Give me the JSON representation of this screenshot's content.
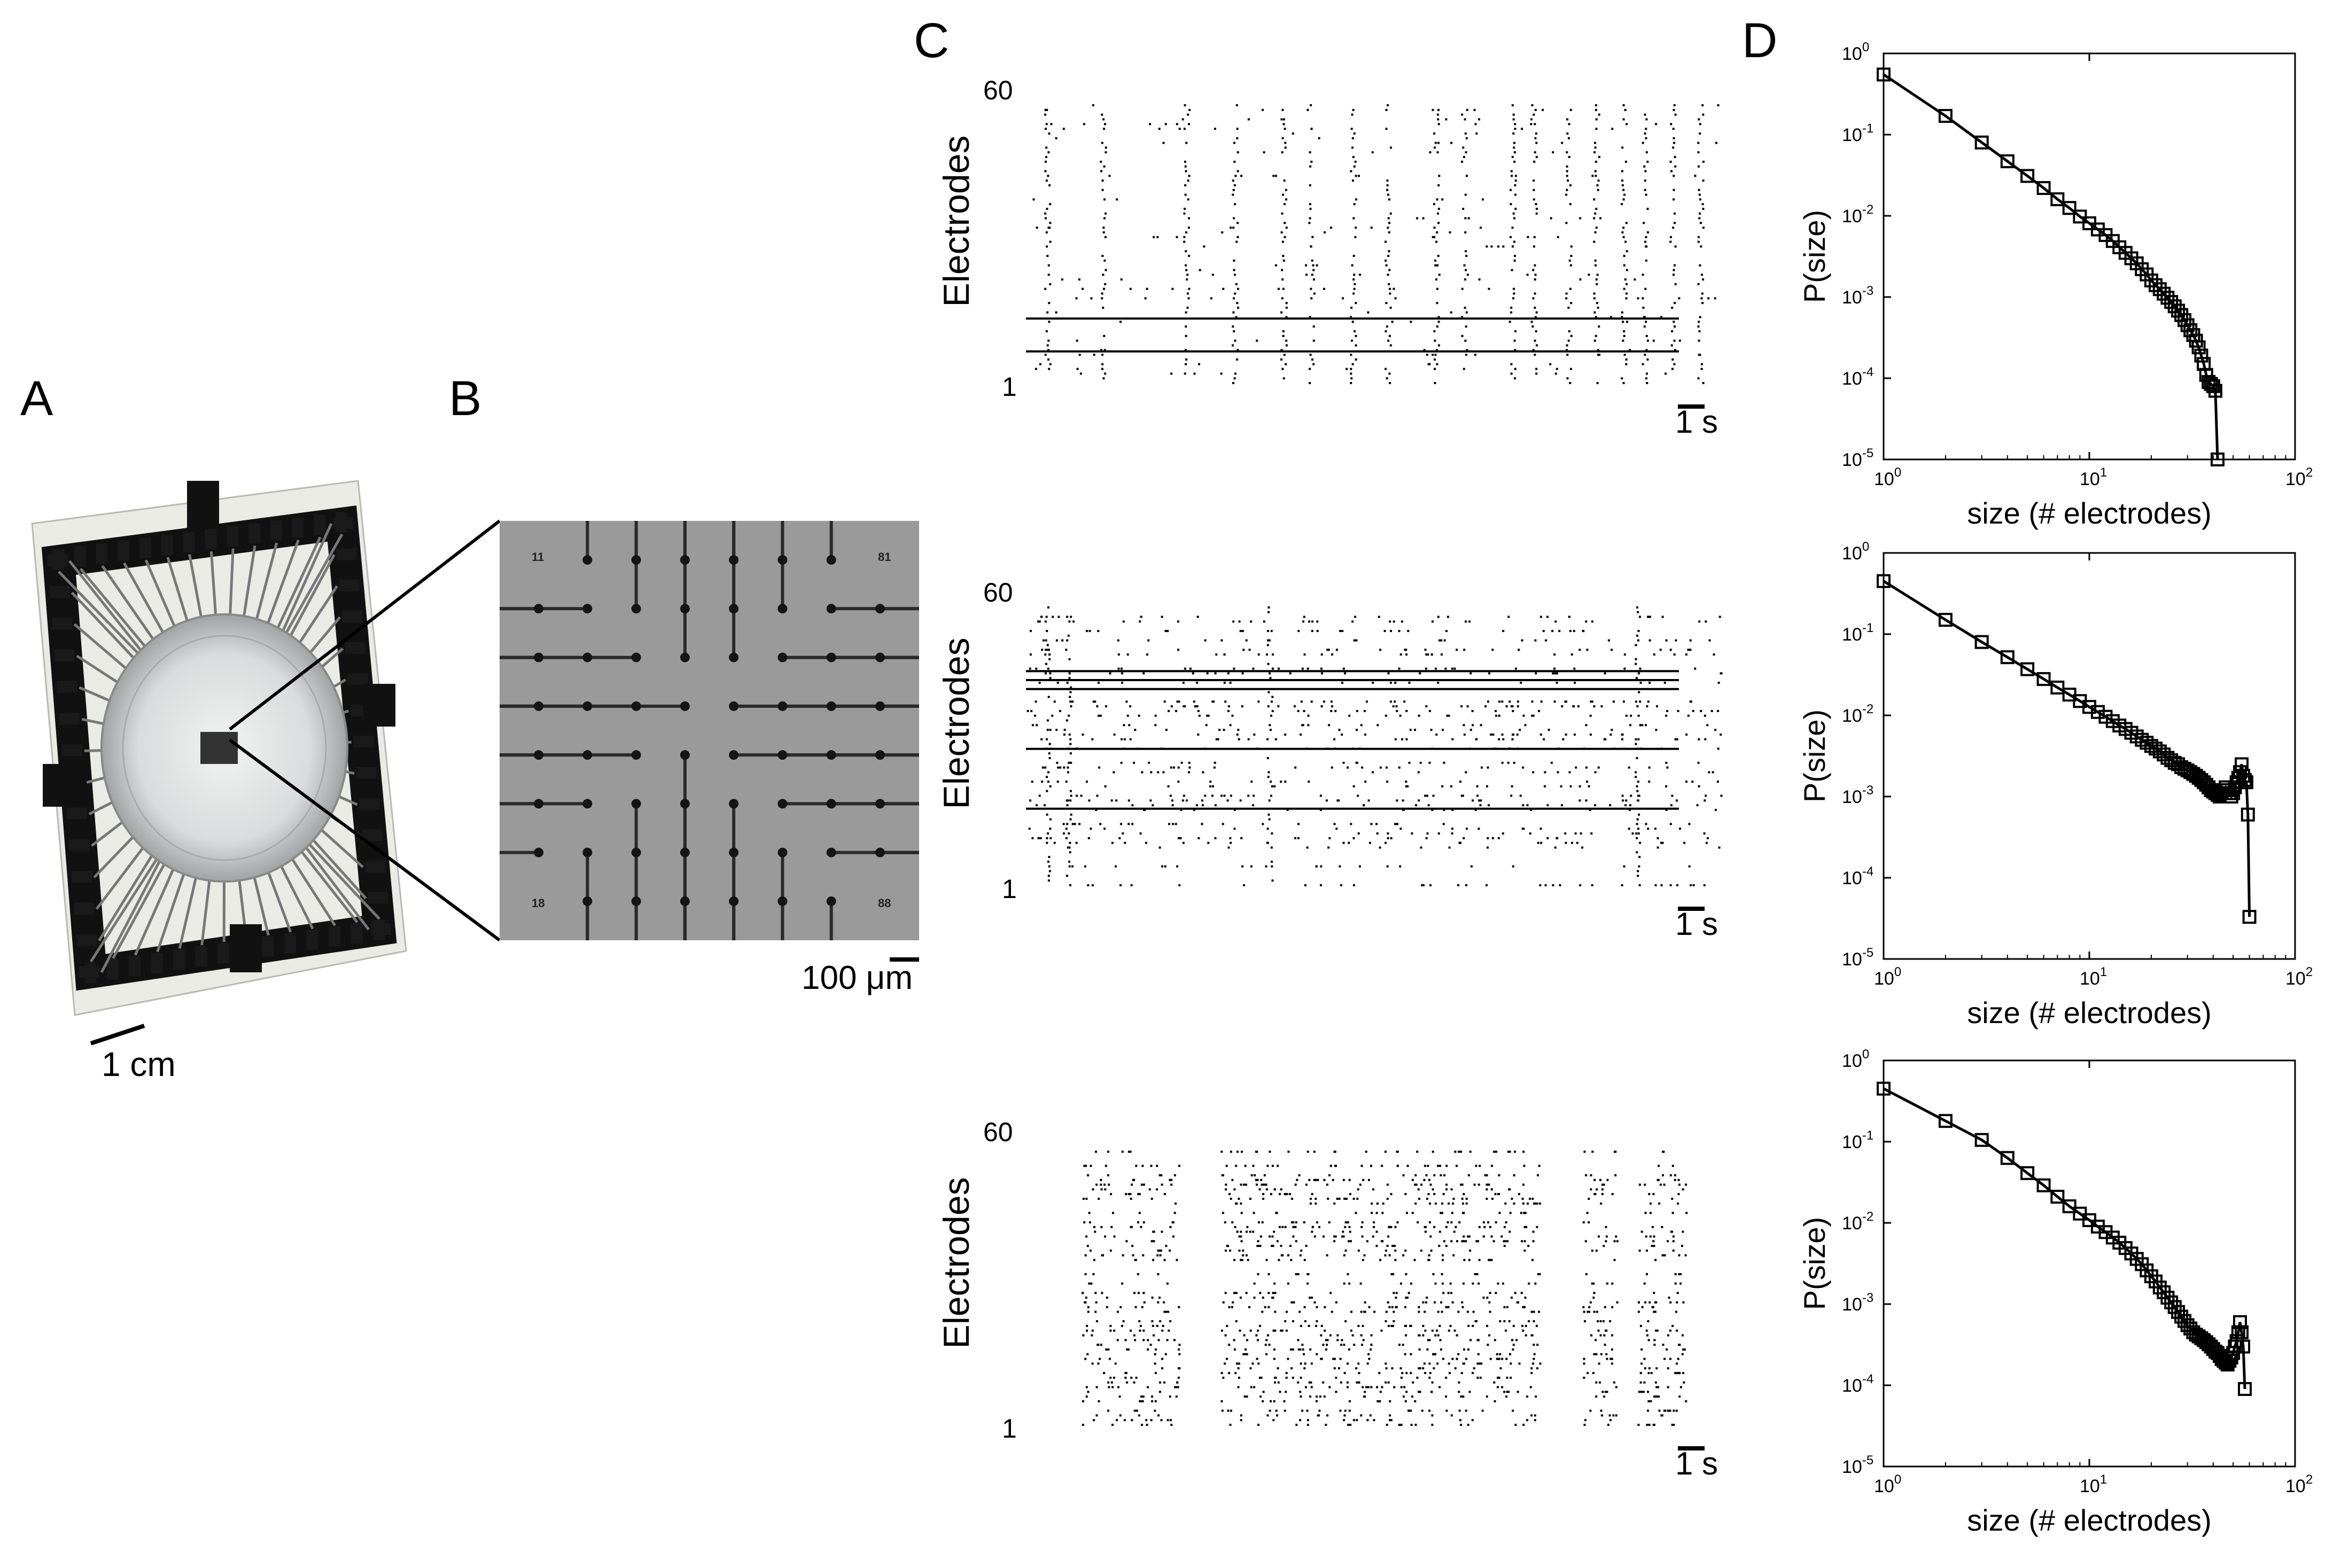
{
  "panels": {
    "a": {
      "letter": "A",
      "scale_bar": "1 cm"
    },
    "b": {
      "letter": "B",
      "scale_bar": "100 μm",
      "corner_labels": [
        "11",
        "81",
        "18",
        "88"
      ]
    },
    "c": {
      "letter": "C",
      "y_label": "Electrodes",
      "y_top_tick": "60",
      "y_bottom_tick": "1",
      "time_scale": "1 s"
    },
    "d": {
      "letter": "D",
      "xlabel": "size (# electrodes)",
      "ylabel": "P(size)"
    }
  },
  "chart_data": [
    {
      "type": "scatter",
      "xlabel": "size (# electrodes)",
      "ylabel": "P(size)",
      "xscale": "log",
      "yscale": "log",
      "xlim": [
        1,
        100
      ],
      "ylim": [
        1e-05,
        1
      ],
      "xticks": [
        "10^0",
        "10^1",
        "10^2"
      ],
      "yticks": [
        "10^0",
        "10^-1",
        "10^-2",
        "10^-3",
        "10^-4",
        "10^-5"
      ],
      "x": [
        1,
        2,
        3,
        4,
        5,
        6,
        7,
        8,
        9,
        10,
        11,
        12,
        13,
        14,
        15,
        16,
        17,
        18,
        19,
        20,
        21,
        22,
        23,
        24,
        25,
        26,
        27,
        28,
        29,
        30,
        31,
        32,
        33,
        34,
        35,
        36,
        37,
        38,
        39,
        40,
        41,
        42
      ],
      "y": [
        0.55,
        0.17,
        0.08,
        0.047,
        0.031,
        0.022,
        0.016,
        0.0125,
        0.0098,
        0.0081,
        0.0068,
        0.0058,
        0.0049,
        0.0041,
        0.0035,
        0.003,
        0.0026,
        0.0022,
        0.0019,
        0.0016,
        0.0014,
        0.00125,
        0.0011,
        0.00098,
        0.00087,
        0.00077,
        0.00068,
        0.0006,
        0.00052,
        0.00045,
        0.00039,
        0.00034,
        0.00029,
        0.00024,
        0.00019,
        0.00015,
        0.00011,
        9e-05,
        8.5e-05,
        8e-05,
        7e-05,
        1e-05
      ]
    },
    {
      "type": "scatter",
      "xlabel": "size (# electrodes)",
      "ylabel": "P(size)",
      "xscale": "log",
      "yscale": "log",
      "xlim": [
        1,
        100
      ],
      "ylim": [
        1e-05,
        1
      ],
      "xticks": [
        "10^0",
        "10^1",
        "10^2"
      ],
      "yticks": [
        "10^0",
        "10^-1",
        "10^-2",
        "10^-3",
        "10^-4",
        "10^-5"
      ],
      "x": [
        1,
        2,
        3,
        4,
        5,
        6,
        7,
        8,
        9,
        10,
        11,
        12,
        13,
        14,
        15,
        16,
        17,
        18,
        19,
        20,
        21,
        22,
        23,
        24,
        25,
        26,
        27,
        28,
        29,
        30,
        31,
        32,
        33,
        34,
        35,
        36,
        37,
        38,
        39,
        40,
        41,
        42,
        43,
        44,
        45,
        46,
        47,
        48,
        49,
        50,
        51,
        52,
        53,
        54,
        55,
        56,
        57,
        58,
        59,
        60
      ],
      "y": [
        0.45,
        0.15,
        0.08,
        0.052,
        0.037,
        0.028,
        0.022,
        0.018,
        0.015,
        0.0127,
        0.011,
        0.0096,
        0.0085,
        0.0075,
        0.0068,
        0.0061,
        0.0055,
        0.005,
        0.0046,
        0.0042,
        0.0039,
        0.0036,
        0.0033,
        0.003,
        0.0028,
        0.0026,
        0.0025,
        0.0023,
        0.0022,
        0.0021,
        0.002,
        0.0019,
        0.0018,
        0.0017,
        0.0016,
        0.0015,
        0.0014,
        0.0013,
        0.0012,
        0.00115,
        0.0011,
        0.00105,
        0.001,
        0.0011,
        0.0012,
        0.0013,
        0.0012,
        0.0011,
        0.001,
        0.0011,
        0.0013,
        0.0015,
        0.0017,
        0.002,
        0.0025,
        0.0018,
        0.0016,
        0.0015,
        0.0006,
        3.3e-05
      ]
    },
    {
      "type": "scatter",
      "xlabel": "size (# electrodes)",
      "ylabel": "P(size)",
      "xscale": "log",
      "yscale": "log",
      "xlim": [
        1,
        100
      ],
      "ylim": [
        1e-05,
        1
      ],
      "xticks": [
        "10^0",
        "10^1",
        "10^2"
      ],
      "yticks": [
        "10^0",
        "10^-1",
        "10^-2",
        "10^-3",
        "10^-4",
        "10^-5"
      ],
      "x": [
        1,
        2,
        3,
        4,
        5,
        6,
        7,
        8,
        9,
        10,
        11,
        12,
        13,
        14,
        15,
        16,
        17,
        18,
        19,
        20,
        21,
        22,
        23,
        24,
        25,
        26,
        27,
        28,
        29,
        30,
        31,
        32,
        33,
        34,
        35,
        36,
        37,
        38,
        39,
        40,
        41,
        42,
        43,
        44,
        45,
        46,
        47,
        48,
        49,
        50,
        51,
        52,
        53,
        54,
        55,
        56,
        57
      ],
      "y": [
        0.45,
        0.18,
        0.105,
        0.063,
        0.041,
        0.029,
        0.021,
        0.016,
        0.013,
        0.0108,
        0.009,
        0.0077,
        0.0066,
        0.0057,
        0.0049,
        0.0042,
        0.0036,
        0.0031,
        0.0026,
        0.0022,
        0.0019,
        0.0016,
        0.0014,
        0.0012,
        0.00105,
        0.00092,
        0.0008,
        0.0007,
        0.00062,
        0.00055,
        0.0005,
        0.00045,
        0.00042,
        0.0004,
        0.00038,
        0.00036,
        0.00034,
        0.00032,
        0.0003,
        0.00028,
        0.00026,
        0.00025,
        0.00023,
        0.00021,
        0.0002,
        0.00019,
        0.00018,
        0.0002,
        0.00022,
        0.00025,
        0.0003,
        0.00035,
        0.00045,
        0.0006,
        0.00045,
        0.0003,
        9e-05
      ]
    }
  ]
}
